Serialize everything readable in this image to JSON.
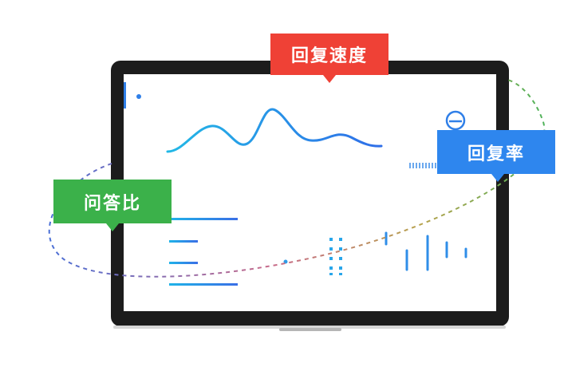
{
  "labels": {
    "reply_speed": "回复速度",
    "reply_rate": "回复率",
    "qa_ratio": "问答比"
  },
  "colors": {
    "reply_speed_tag": "#ef4136",
    "reply_rate_tag": "#2e86ee",
    "qa_ratio_tag": "#3bb14a",
    "laptop_bezel": "#1c1c1c",
    "line_accent": "#2f9be8"
  }
}
